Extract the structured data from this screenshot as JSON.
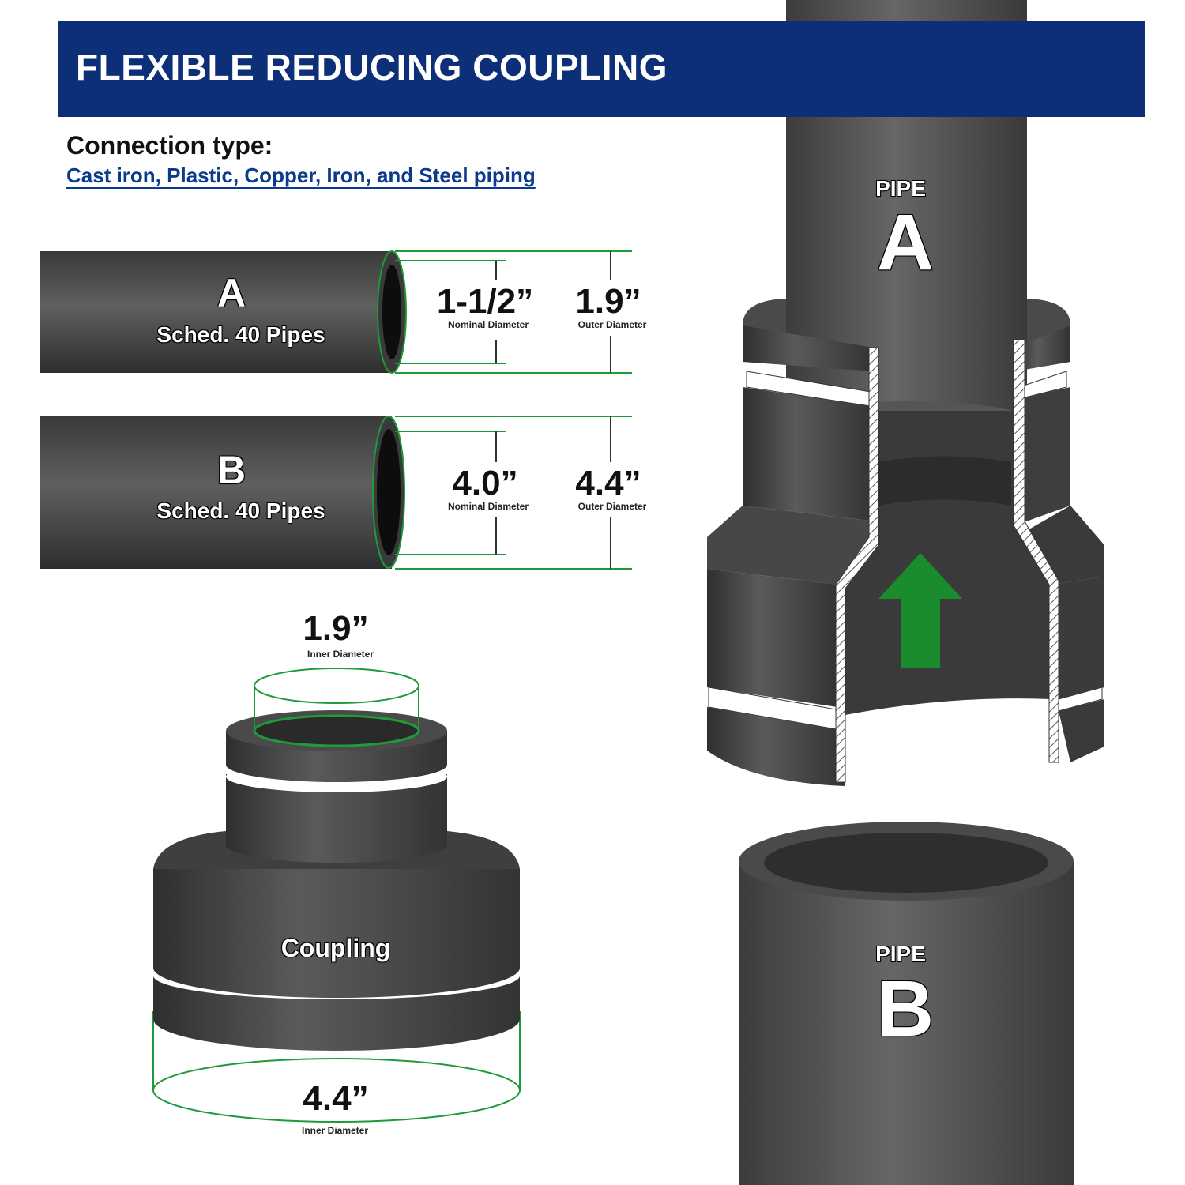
{
  "title": "FLEXIBLE REDUCING COUPLING",
  "connection": {
    "heading": "Connection type:",
    "materials": "Cast iron, Plastic, Copper, Iron, and Steel piping"
  },
  "pipes": [
    {
      "letter": "A",
      "label": "Sched. 40 Pipes",
      "nominal_value": "1-1/2”",
      "nominal_caption": "Nominal Diameter",
      "outer_value": "1.9”",
      "outer_caption": "Outer Diameter"
    },
    {
      "letter": "B",
      "label": "Sched. 40 Pipes",
      "nominal_value": "4.0”",
      "nominal_caption": "Nominal Diameter",
      "outer_value": "4.4”",
      "outer_caption": "Outer Diameter"
    }
  ],
  "coupling": {
    "label": "Coupling",
    "top_value": "1.9”",
    "top_caption": "Inner Diameter",
    "bottom_value": "4.4”",
    "bottom_caption": "Inner Diameter"
  },
  "assembly": {
    "pipe_a_word": "PIPE",
    "pipe_a_letter": "A",
    "pipe_b_word": "PIPE",
    "pipe_b_letter": "B"
  },
  "colors": {
    "banner": "#0c2f78",
    "pipe_gray": "#505050",
    "dimension_green": "#1f9a3a",
    "arrow_green": "#1a8c2e",
    "link_blue": "#0c3a8c"
  },
  "icons": [
    "up-arrow-icon"
  ]
}
